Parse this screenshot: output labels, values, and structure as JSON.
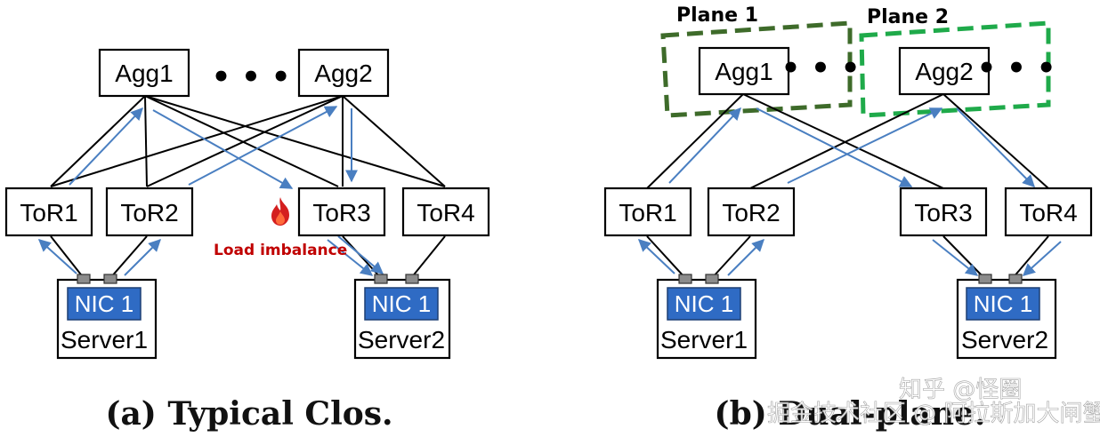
{
  "left": {
    "caption": "(a) Typical Clos.",
    "agg": [
      "Agg1",
      "Agg2"
    ],
    "ellipsis": "• • •",
    "tors": [
      "ToR1",
      "ToR2",
      "ToR3",
      "ToR4"
    ],
    "nic": "NIC 1",
    "servers": [
      "Server1",
      "Server2"
    ],
    "warning": "Load imbalance",
    "warning_icon": "fire-icon"
  },
  "right": {
    "caption": "(b) Dual-plane.",
    "planes": [
      "Plane 1",
      "Plane 2"
    ],
    "agg": [
      "Agg1",
      "Agg2"
    ],
    "ellipsis": "• • •",
    "tors": [
      "ToR1",
      "ToR2",
      "ToR3",
      "ToR4"
    ],
    "nic": "NIC 1",
    "servers": [
      "Server1",
      "Server2"
    ]
  },
  "watermark": {
    "line1": "知乎 @怪圈",
    "line2": "掘金技术社区 @ 阿拉斯加大闸蟹"
  },
  "colors": {
    "flow": "#4a7fc1",
    "nic": "#2f6bc4",
    "plane1": "#3e6b2a",
    "plane2": "#1faa4a",
    "warning": "#c00000"
  }
}
